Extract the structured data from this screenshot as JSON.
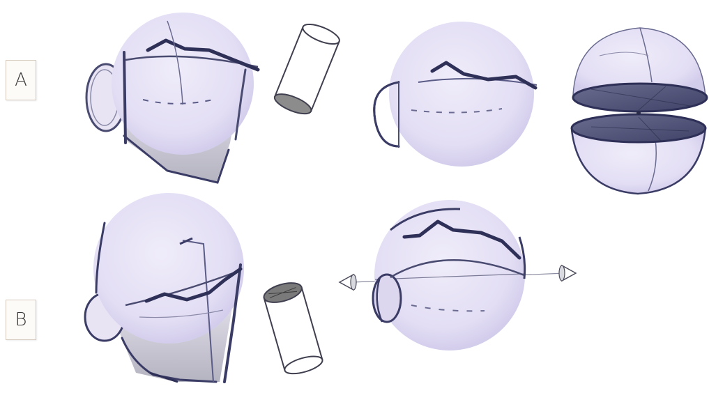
{
  "labels": {
    "a": "A",
    "b": "B"
  },
  "colors": {
    "background": "#ffffff",
    "sphere_fill": "#e6e2f6",
    "sphere_fill_edge": "#d6d1ef",
    "line_dark": "#3b3c66",
    "line_mid": "#5a5b86",
    "jaw_shadow": "#b9b8c6",
    "cut_plane": "#4d5073",
    "cylinder_cap": "#6a6a6a",
    "label_border": "#d6c9bd"
  },
  "figures": [
    {
      "name": "head-a",
      "description_icon": "head-sketch-icon"
    },
    {
      "name": "cylinder-a",
      "description_icon": "cylinder-icon"
    },
    {
      "name": "sphere-ear-a",
      "description_icon": "sphere-icon"
    },
    {
      "name": "split-sphere",
      "description_icon": "split-sphere-icon"
    },
    {
      "name": "head-b",
      "description_icon": "head-sketch-icon"
    },
    {
      "name": "cylinder-b",
      "description_icon": "cylinder-icon"
    },
    {
      "name": "sphere-axis-b",
      "description_icon": "sphere-icon"
    }
  ]
}
